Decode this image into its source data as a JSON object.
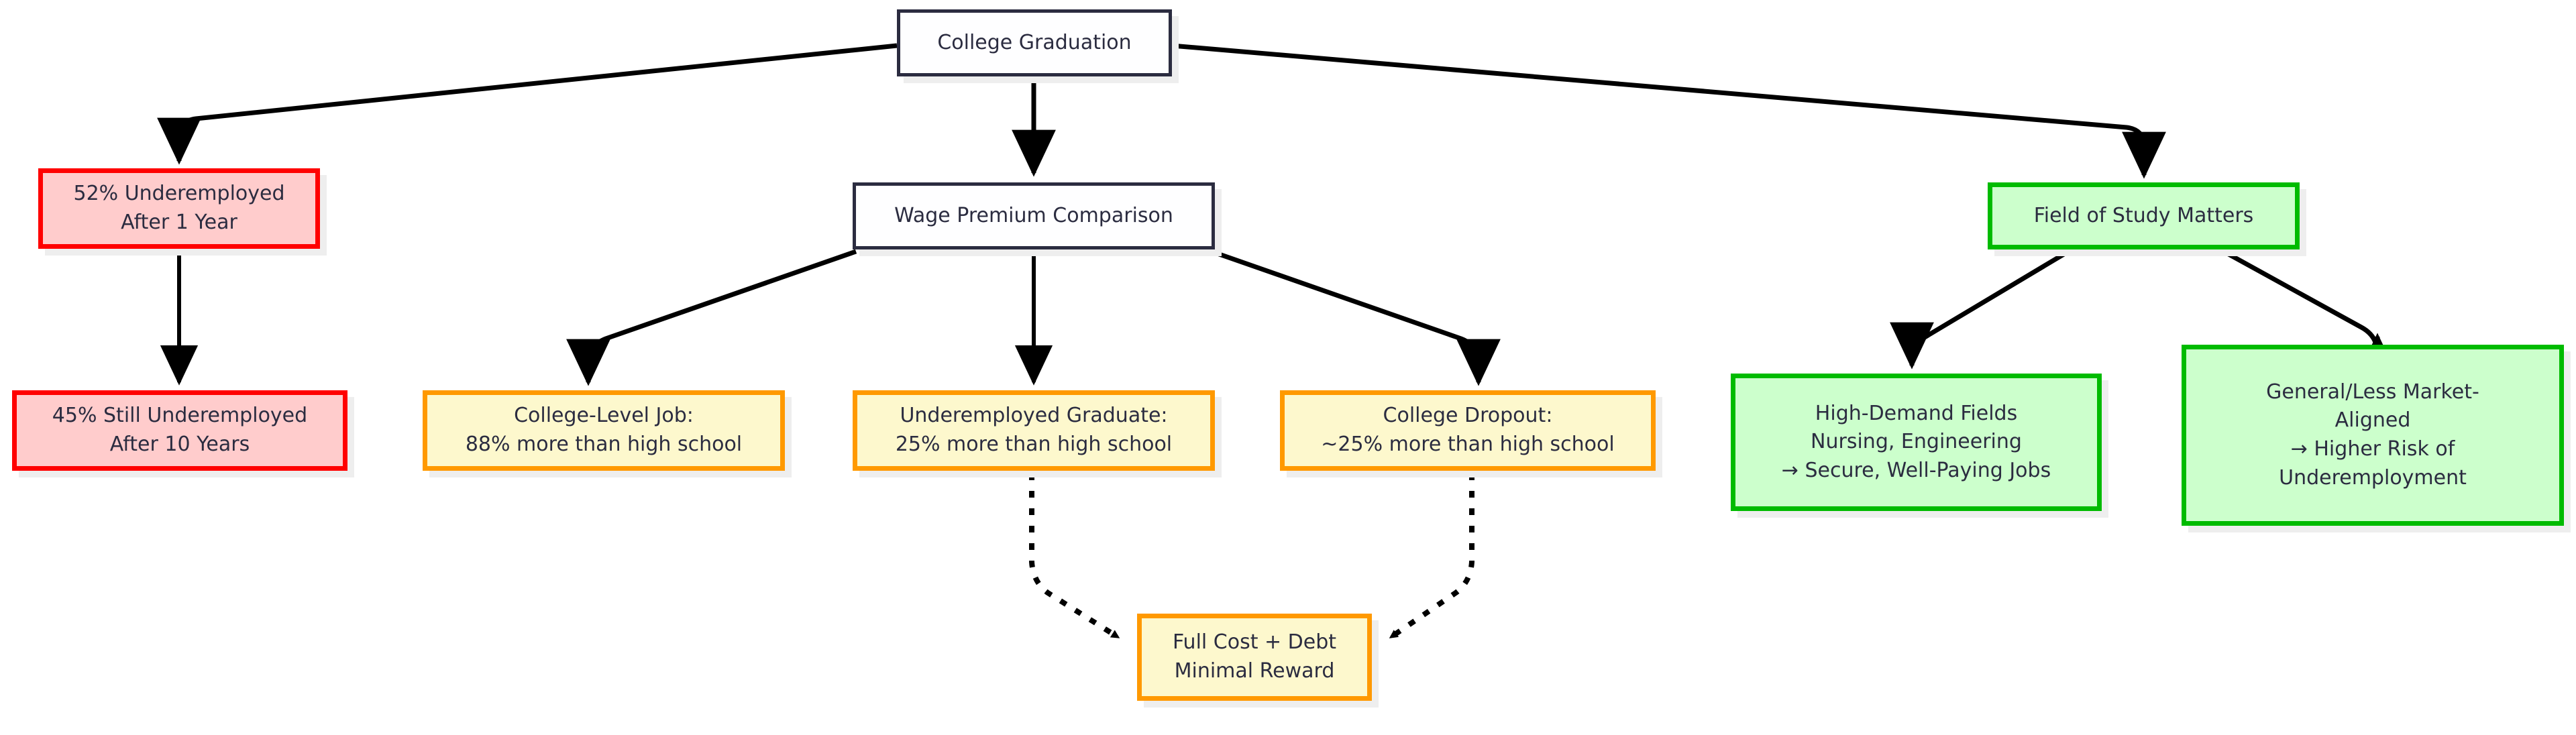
{
  "diagram": {
    "type": "flowchart",
    "direction": "top-down",
    "background_color": "#ffffff",
    "palette": {
      "root_fill": "#fefeff",
      "root_border": "#2b2c40",
      "risk_fill": "#ffcccc",
      "risk_border": "#ff0000",
      "wage_fill": "#fdf8cd",
      "wage_border": "#ff9900",
      "field_fill": "#ccffcc",
      "field_border": "#00bb00",
      "text": "#2b2c40",
      "edge": "#000000",
      "shadow": "#eeeeee"
    }
  },
  "nodes": {
    "root": {
      "id": "root",
      "style": "root",
      "lines": [
        "College Graduation"
      ]
    },
    "under1": {
      "id": "under1",
      "style": "risk",
      "lines": [
        "52% Underemployed",
        "After 1 Year"
      ]
    },
    "under10": {
      "id": "under10",
      "style": "risk",
      "lines": [
        "45% Still Underemployed",
        "After 10 Years"
      ]
    },
    "wage": {
      "id": "wage",
      "style": "root",
      "lines": [
        "Wage Premium Comparison"
      ]
    },
    "collegejob": {
      "id": "collegejob",
      "style": "wage",
      "lines": [
        "College-Level Job:",
        "88% more than high school"
      ]
    },
    "undergrad": {
      "id": "undergrad",
      "style": "wage",
      "lines": [
        "Underemployed Graduate:",
        "25% more than high school"
      ]
    },
    "dropout": {
      "id": "dropout",
      "style": "wage",
      "lines": [
        "College Dropout:",
        "~25% more than high school"
      ]
    },
    "field": {
      "id": "field",
      "style": "field",
      "lines": [
        "Field of Study Matters"
      ]
    },
    "highdemand": {
      "id": "highdemand",
      "style": "field",
      "lines": [
        "High-Demand Fields",
        "Nursing, Engineering",
        "→ Secure, Well-Paying Jobs"
      ]
    },
    "general": {
      "id": "general",
      "style": "field",
      "lines": [
        "General/Less Market-",
        "Aligned",
        "→ Higher Risk of",
        "Underemployment"
      ]
    },
    "fullcost": {
      "id": "fullcost",
      "style": "wage",
      "lines": [
        "Full Cost + Debt",
        "Minimal Reward"
      ]
    }
  },
  "edges": [
    {
      "from": "root",
      "to": "under1",
      "style": "solid",
      "arrow": true
    },
    {
      "from": "root",
      "to": "wage",
      "style": "solid",
      "arrow": true
    },
    {
      "from": "root",
      "to": "field",
      "style": "solid",
      "arrow": true
    },
    {
      "from": "under1",
      "to": "under10",
      "style": "solid",
      "arrow": true
    },
    {
      "from": "wage",
      "to": "collegejob",
      "style": "solid",
      "arrow": true
    },
    {
      "from": "wage",
      "to": "undergrad",
      "style": "solid",
      "arrow": true
    },
    {
      "from": "wage",
      "to": "dropout",
      "style": "solid",
      "arrow": true
    },
    {
      "from": "field",
      "to": "highdemand",
      "style": "solid",
      "arrow": true
    },
    {
      "from": "field",
      "to": "general",
      "style": "solid",
      "arrow": true
    },
    {
      "from": "undergrad",
      "to": "fullcost",
      "style": "dotted",
      "arrow": true
    },
    {
      "from": "dropout",
      "to": "fullcost",
      "style": "dotted",
      "arrow": true
    }
  ]
}
